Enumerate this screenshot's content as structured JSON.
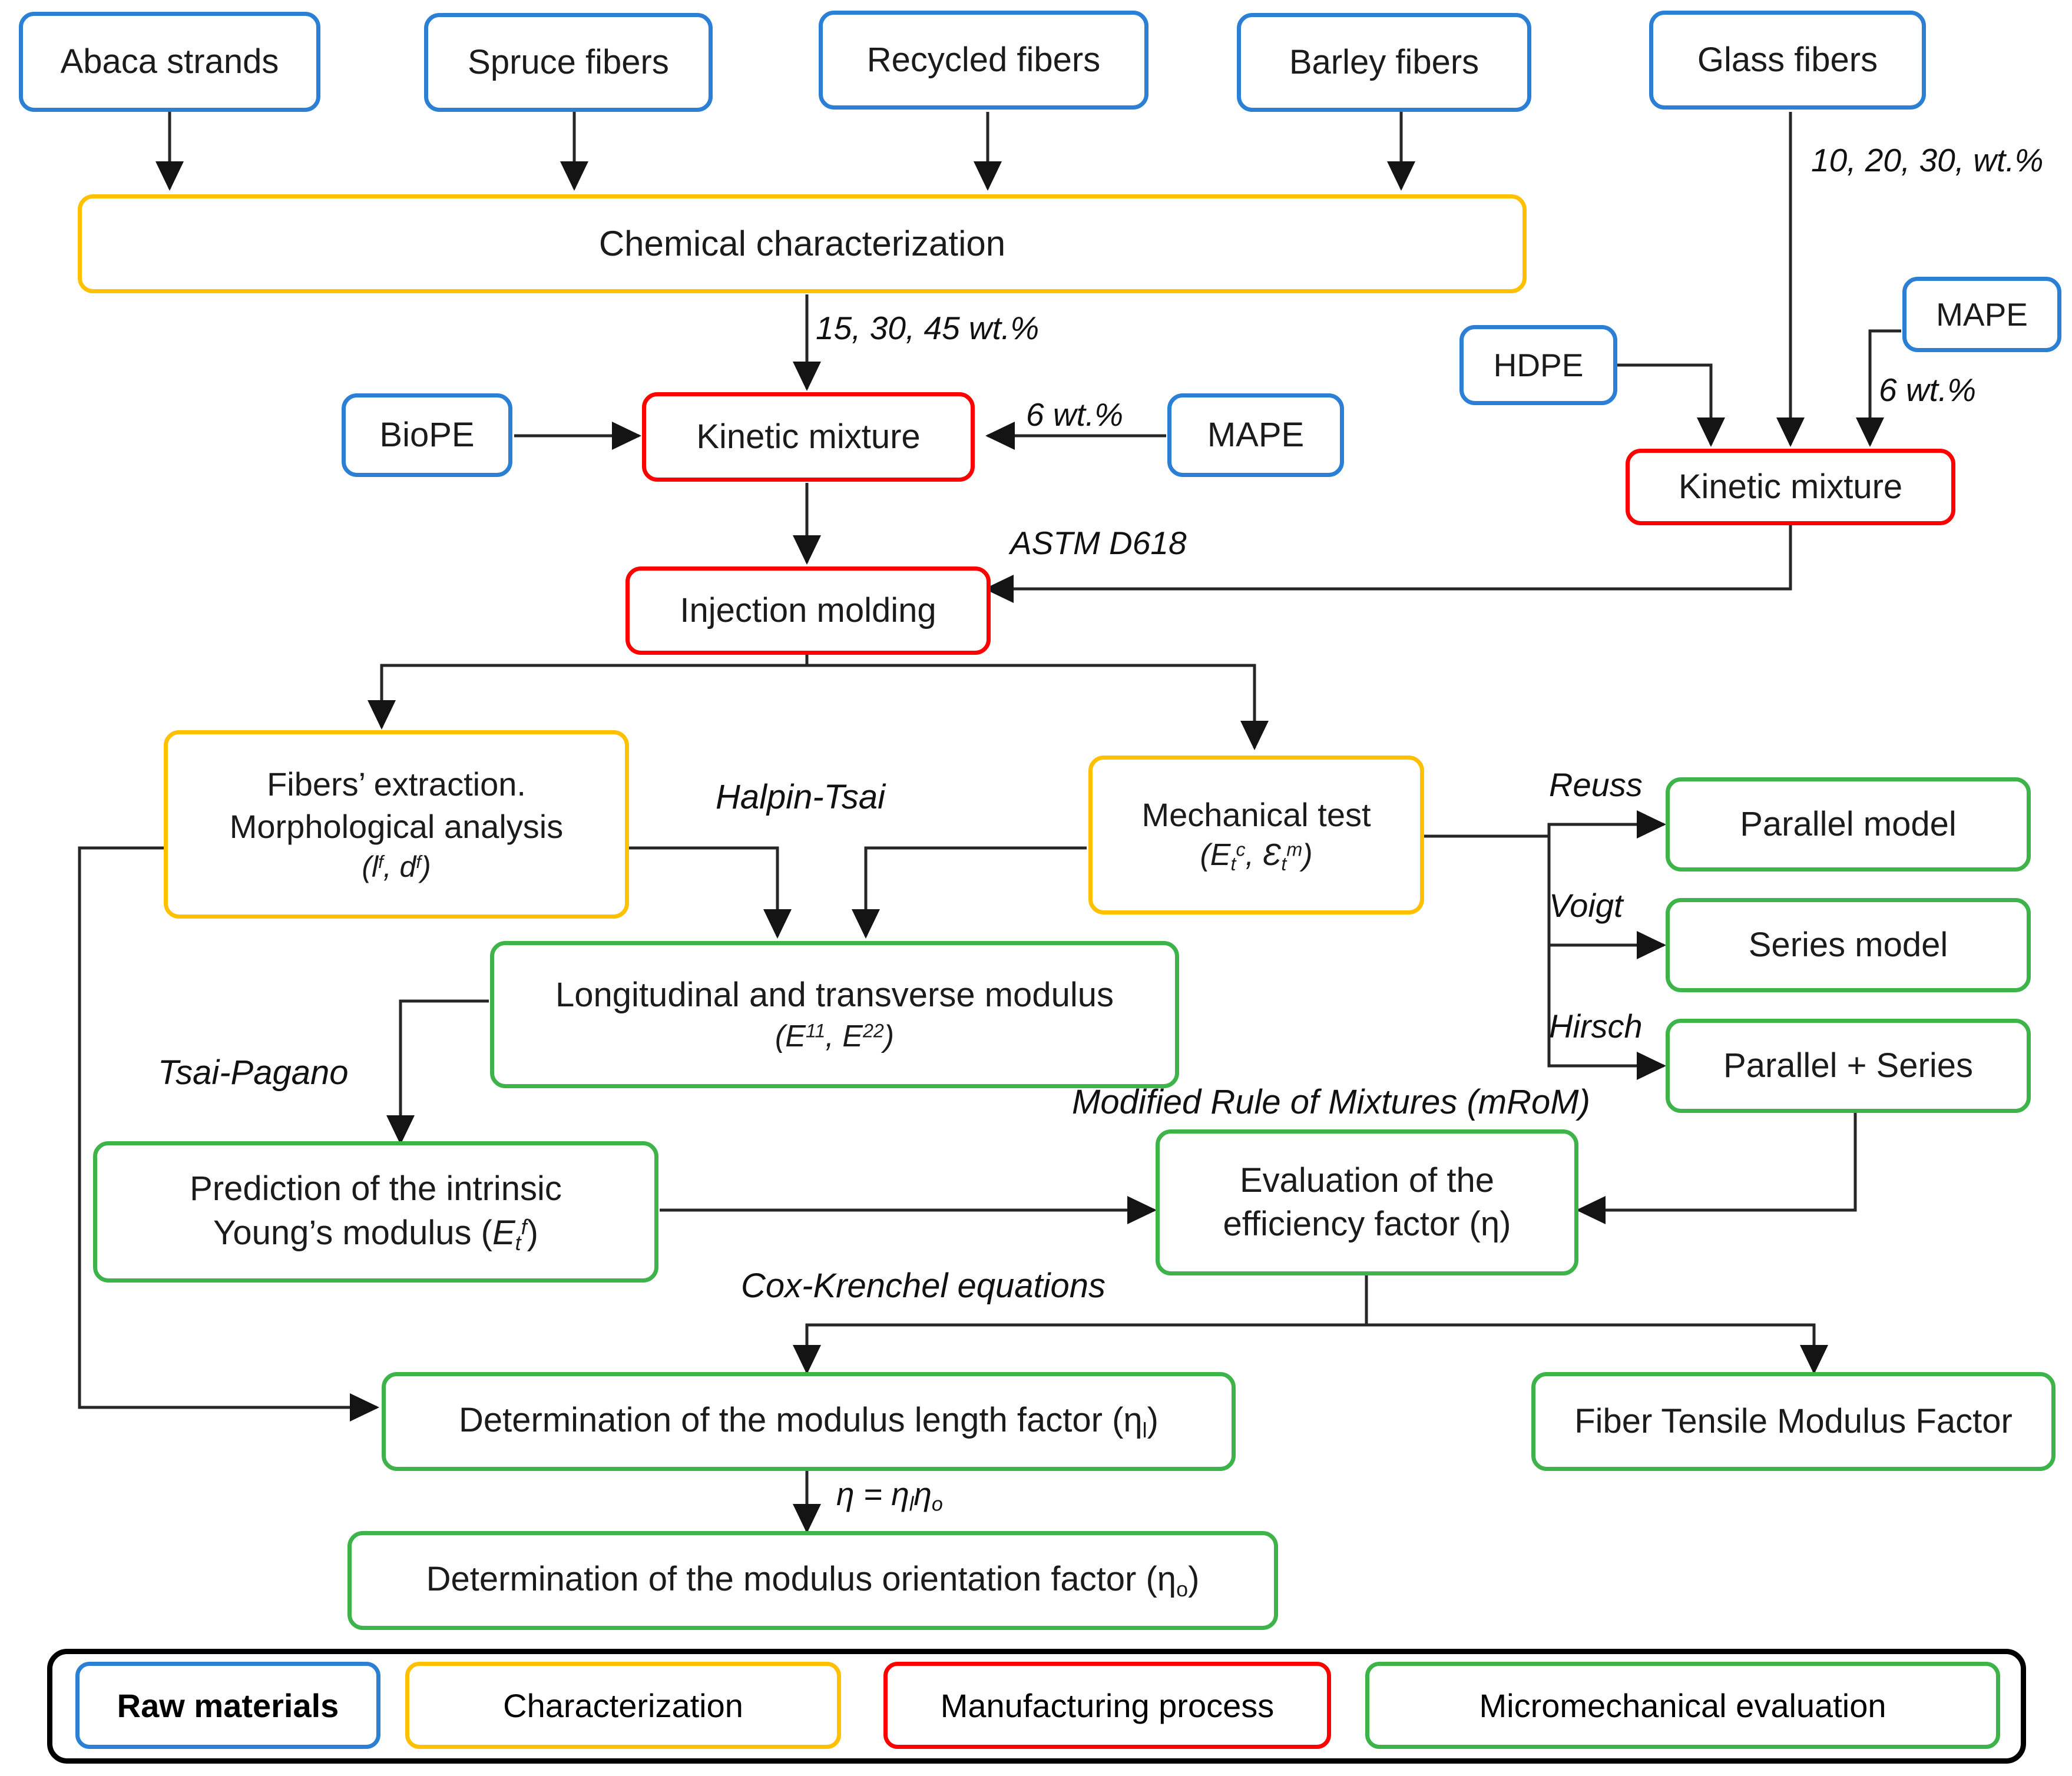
{
  "diagram": {
    "title": "Composite materials micromechanical evaluation flowchart",
    "colors": {
      "raw_materials": "#2b7fd4",
      "characterization": "#ffc000",
      "manufacturing": "#fe0000",
      "micromechanical": "#3eb34a",
      "connector": "#262626",
      "legend_frame": "#000000"
    }
  },
  "nodes": {
    "abaca_strands": "Abaca strands",
    "spruce_fibers": "Spruce fibers",
    "recycled_fibers": "Recycled fibers",
    "barley_fibers": "Barley fibers",
    "glass_fibers": "Glass fibers",
    "chemical_characterization": "Chemical characterization",
    "biope": "BioPE",
    "mape_left": "MAPE",
    "mape_right": "MAPE",
    "hdpe": "HDPE",
    "kinetic_mixture_left": "Kinetic mixture",
    "kinetic_mixture_right": "Kinetic mixture",
    "injection_molding": "Injection molding",
    "fibers_extraction_line1": "Fibers’ extraction.",
    "fibers_extraction_line2": "Morphological analysis",
    "fibers_extraction_line3_open": "(",
    "fibers_extraction_l": "l",
    "fibers_extraction_sup_f1": "f",
    "fibers_extraction_comma": ", ",
    "fibers_extraction_d": "d",
    "fibers_extraction_sup_f2": "f",
    "fibers_extraction_close": ")",
    "mechanical_test_line1": "Mechanical test",
    "mechanical_test_open": "(",
    "mechanical_test_E": "E",
    "mechanical_test_E_sub": "t",
    "mechanical_test_E_sup": "c",
    "mechanical_test_sep": ", ",
    "mechanical_test_eps": "Ɛ",
    "mechanical_test_eps_sub": "t",
    "mechanical_test_eps_sup": "m",
    "mechanical_test_close": ")",
    "parallel_model": "Parallel model",
    "series_model": "Series model",
    "parallel_series": "Parallel + Series",
    "long_trans_line1": "Longitudinal and transverse modulus",
    "long_trans_open": "(",
    "long_trans_E1": "E",
    "long_trans_sup1": "11",
    "long_trans_sep": ", ",
    "long_trans_E2": "E",
    "long_trans_sup2": "22",
    "long_trans_close": ")",
    "prediction_line1": "Prediction of the intrinsic",
    "prediction_line2": "Young’s modulus (",
    "prediction_E": "E",
    "prediction_sub": "t",
    "prediction_sup": "f",
    "prediction_close": ")",
    "efficiency_line1": "Evaluation of the",
    "efficiency_line2": "efficiency factor (η)",
    "fiber_tensile_modulus_factor": "Fiber Tensile Modulus Factor",
    "modulus_length_factor": "Determination of the modulus length factor (η",
    "modulus_length_factor_sub": "l",
    "modulus_length_factor_close": ")",
    "modulus_orientation_factor": "Determination  of the modulus orientation factor (η",
    "modulus_orientation_factor_sub": "o",
    "modulus_orientation_factor_close": ")"
  },
  "edge_labels": {
    "glass_wt": "10, 20, 30, wt.%",
    "fiber_wt": "15, 30, 45 wt.%",
    "mape_left_wt": "6 wt.%",
    "mape_right_wt": "6 wt.%",
    "astm": "ASTM D618",
    "halpin_tsai": "Halpin-Tsai",
    "reuss": "Reuss",
    "voigt": "Voigt",
    "hirsch": "Hirsch",
    "tsai_pagano": "Tsai-Pagano",
    "mrom": "Modified Rule of Mixtures (mRoM)",
    "cox_krenchel": "Cox-Krenchel equations",
    "eta_eq_prefix": "η = η",
    "eta_eq_sub1": "l",
    "eta_eq_mid": "η",
    "eta_eq_sub2": "o"
  },
  "legend": {
    "raw_materials": "Raw materials",
    "characterization": "Characterization",
    "manufacturing_process": "Manufacturing process",
    "micromechanical_evaluation": "Micromechanical evaluation"
  }
}
